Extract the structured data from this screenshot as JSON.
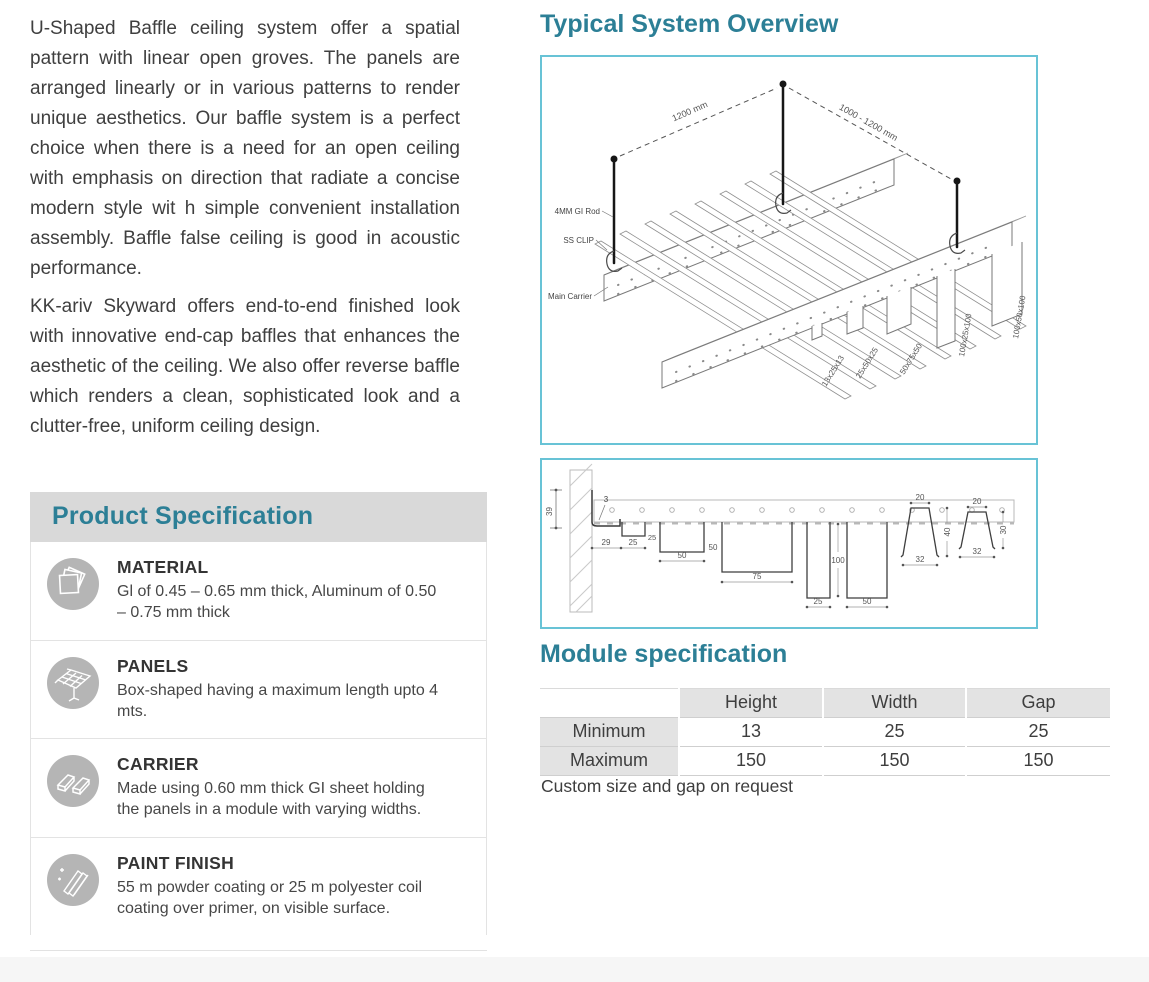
{
  "colors": {
    "accent_teal": "#2c7f96",
    "banner_gray": "#d9d9d9",
    "icon_circle_gray": "#b5b5b5",
    "diagram_border": "#68c3d6",
    "table_cell_gray": "#e3e3e3"
  },
  "intro": {
    "paragraph_1": "U-Shaped Baffle ceiling system offer a spatial pattern with linear open groves. The panels are arranged linearly or in various patterns to render unique aesthetics. Our baffle system is a perfect choice when there is a need for an open ceiling with emphasis on direction that radiate a concise modern style wit h simple convenient installation assembly. Baffle false ceiling is good in acoustic performance.",
    "paragraph_2": "KK-ariv Skyward offers end-to-end finished look with innovative end-cap baffles that enhances the aesthetic of the ceiling. We also offer reverse baffle which renders a clean, sophisticated look and a clutter-free, uniform ceiling design."
  },
  "product_spec": {
    "title": "Product Specification",
    "items": [
      {
        "icon": "sheets-icon",
        "title": "MATERIAL",
        "description": "Gl of 0.45 – 0.65 mm thick, Aluminum of 0.50 – 0.75 mm thick"
      },
      {
        "icon": "panel-grid-icon",
        "title": "PANELS",
        "description": "Box-shaped having a maximum length upto 4 mts."
      },
      {
        "icon": "channel-profiles-icon",
        "title": "CARRIER",
        "description": "Made using 0.60 mm thick GI sheet holding the panels in a module with varying widths."
      },
      {
        "icon": "paint-roller-icon",
        "title": "PAINT FINISH",
        "description": "55 m powder coating or 25 m polyester coil coating over primer, on visible surface."
      }
    ]
  },
  "overview": {
    "title": "Typical System Overview",
    "iso": {
      "dim_between_rods": "1200 mm",
      "dim_between_carriers": "1000 - 1200 mm",
      "label_rod": "4MM GI Rod",
      "label_clip": "SS CLIP",
      "label_carrier": "Main Carrier",
      "panel_sizes": [
        "13x25x13",
        "25x50x25",
        "50x75x50",
        "100x25x100",
        "100x50x100"
      ]
    },
    "section": {
      "dims": {
        "wall_drop": "39",
        "angle": "3",
        "gap": "29",
        "w1": "25",
        "h2": "25",
        "w2": "50",
        "h3": "50",
        "w3": "75",
        "h45": "100",
        "w4": "25",
        "w5": "50",
        "p1_top": "20",
        "p1_h": "40",
        "p1_w": "32",
        "p2_top": "20",
        "p2_h": "30",
        "p2_w": "32"
      }
    }
  },
  "module_spec": {
    "title": "Module specification",
    "table": {
      "columns": [
        "",
        "Height",
        "Width",
        "Gap"
      ],
      "rows": [
        {
          "label": "Minimum",
          "values": [
            "13",
            "25",
            "25"
          ]
        },
        {
          "label": "Maximum",
          "values": [
            "150",
            "150",
            "150"
          ]
        }
      ]
    },
    "note": "Custom size and gap on request"
  }
}
